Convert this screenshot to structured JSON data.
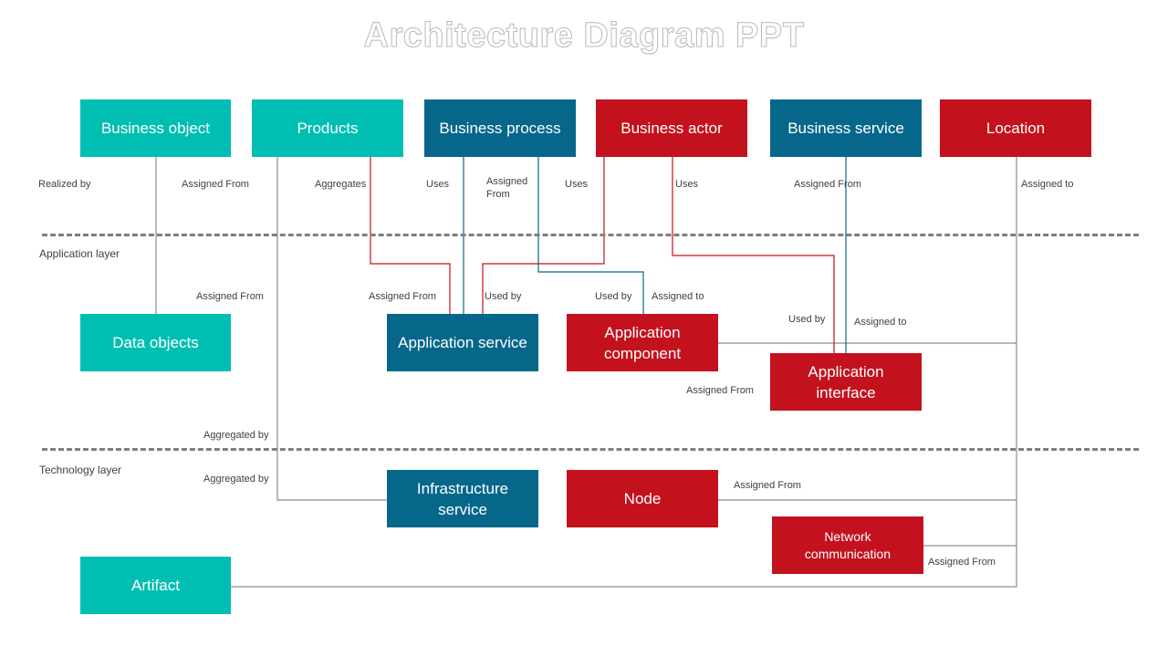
{
  "title": "Architecture Diagram PPT",
  "colors": {
    "teal": "#00bfb2",
    "blue": "#07678b",
    "red": "#c3121e",
    "line_gray": "#8c8c8c"
  },
  "layers": {
    "application": "Application layer",
    "technology": "Technology layer"
  },
  "nodes": {
    "business_object": "Business object",
    "products": "Products",
    "business_process": "Business process",
    "business_actor": "Business actor",
    "business_service": "Business service",
    "location": "Location",
    "data_objects": "Data objects",
    "application_service": "Application service",
    "application_component": "Application component",
    "application_interface": "Application interface",
    "infrastructure_service": "Infrastructure service",
    "node": "Node",
    "network_communication": "Network communication",
    "artifact": "Artifact"
  },
  "relations": {
    "realized_by": "Realized by",
    "assigned_from_1": "Assigned From",
    "aggregates": "Aggregates",
    "uses_1": "Uses",
    "assigned_from_2": "Assigned From",
    "uses_2": "Uses",
    "uses_3": "Uses",
    "assigned_from_3": "Assigned From",
    "assigned_to_1": "Assigned to",
    "assigned_from_4": "Assigned From",
    "assigned_from_5": "Assigned From",
    "used_by_1": "Used by",
    "used_by_2": "Used by",
    "assigned_to_2": "Assigned to",
    "used_by_3": "Used by",
    "assigned_to_3": "Assigned to",
    "assigned_from_6": "Assigned From",
    "aggregated_by_1": "Aggregated  by",
    "aggregated_by_2": "Aggregated  by",
    "assigned_from_7": "Assigned From",
    "assigned_from_8": "Assigned From"
  }
}
